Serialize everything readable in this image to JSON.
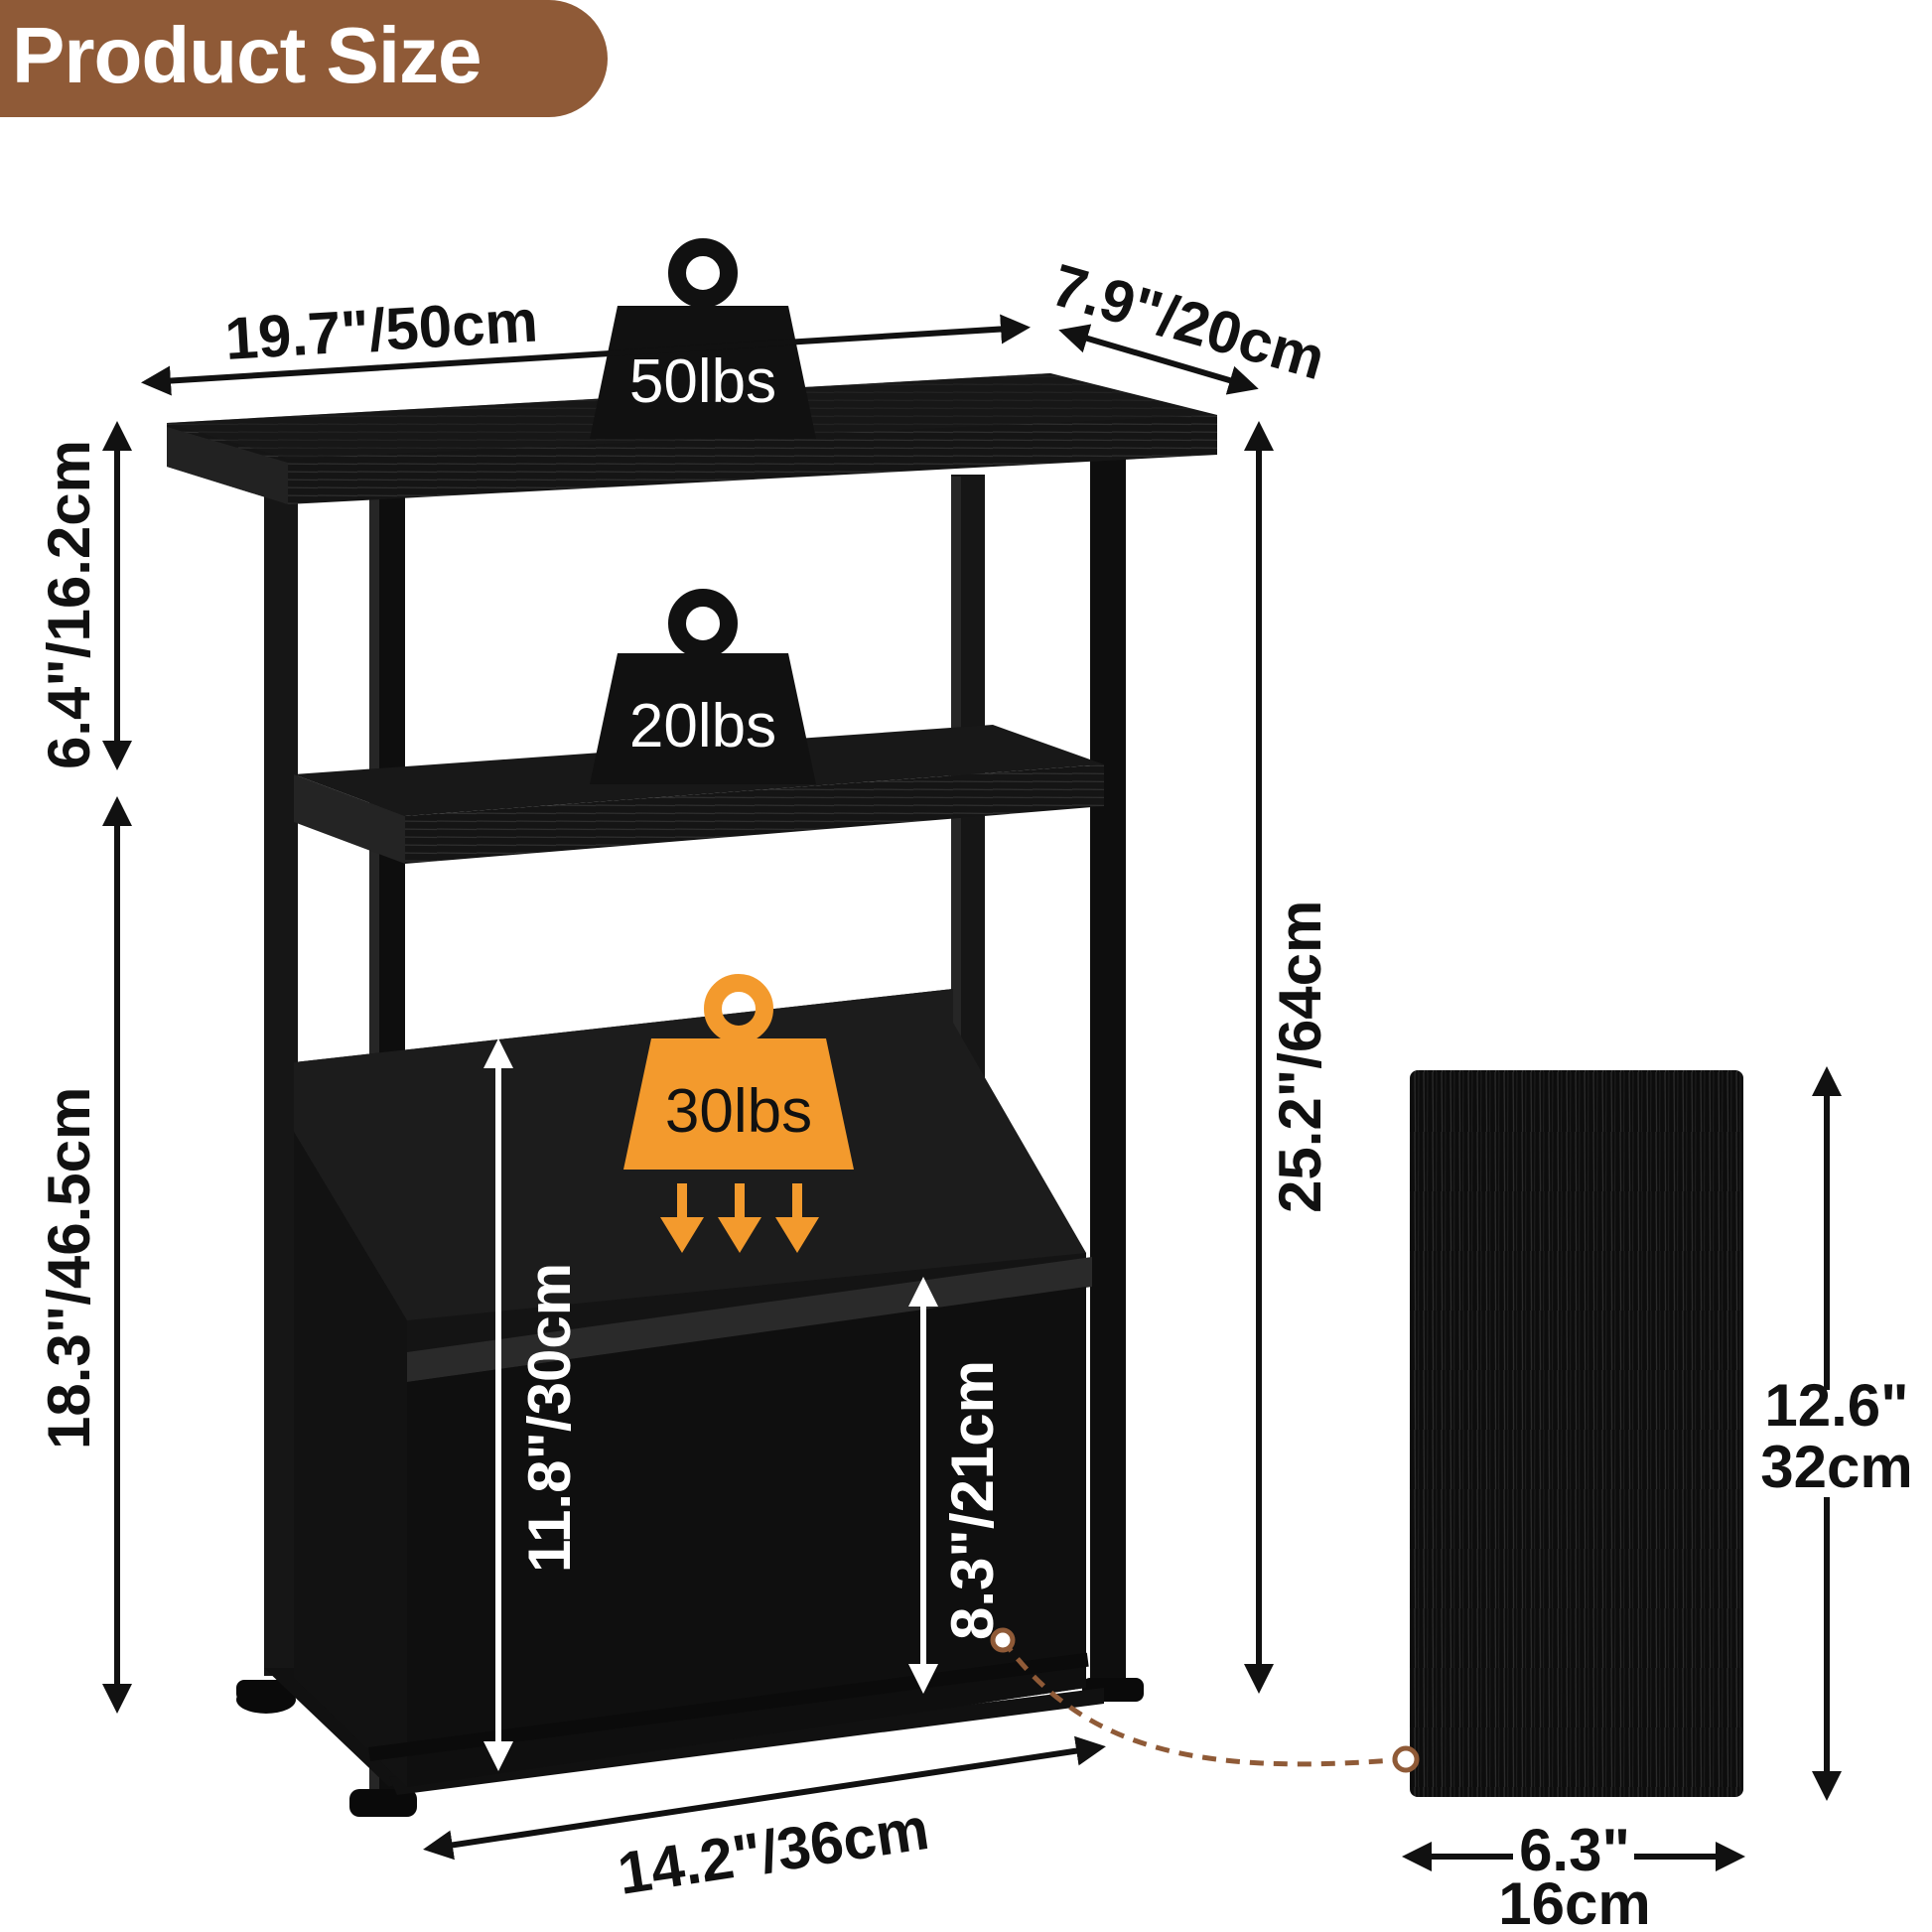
{
  "header": {
    "title": "Product Size"
  },
  "weights": {
    "top_shelf": "50lbs",
    "middle_shelf": "20lbs",
    "basket": "30lbs"
  },
  "dimensions": {
    "width": "19.7\"/50cm",
    "depth": "7.9\"/20cm",
    "top_clearance": "6.4\"/16.2cm",
    "lower_height": "18.3\"/46.5cm",
    "total_height": "25.2\"/64cm",
    "basket_height": "11.8\"/30cm",
    "basket_front_height": "8.3\"/21cm",
    "basket_width": "14.2\"/36cm",
    "board_height_in": "12.6\"",
    "board_height_cm": "32cm",
    "board_width_in": "6.3\"",
    "board_width_cm": "16cm"
  },
  "colors": {
    "badge": "#8f5a37",
    "accent_orange": "#f39a2d",
    "furniture": "#111111"
  }
}
